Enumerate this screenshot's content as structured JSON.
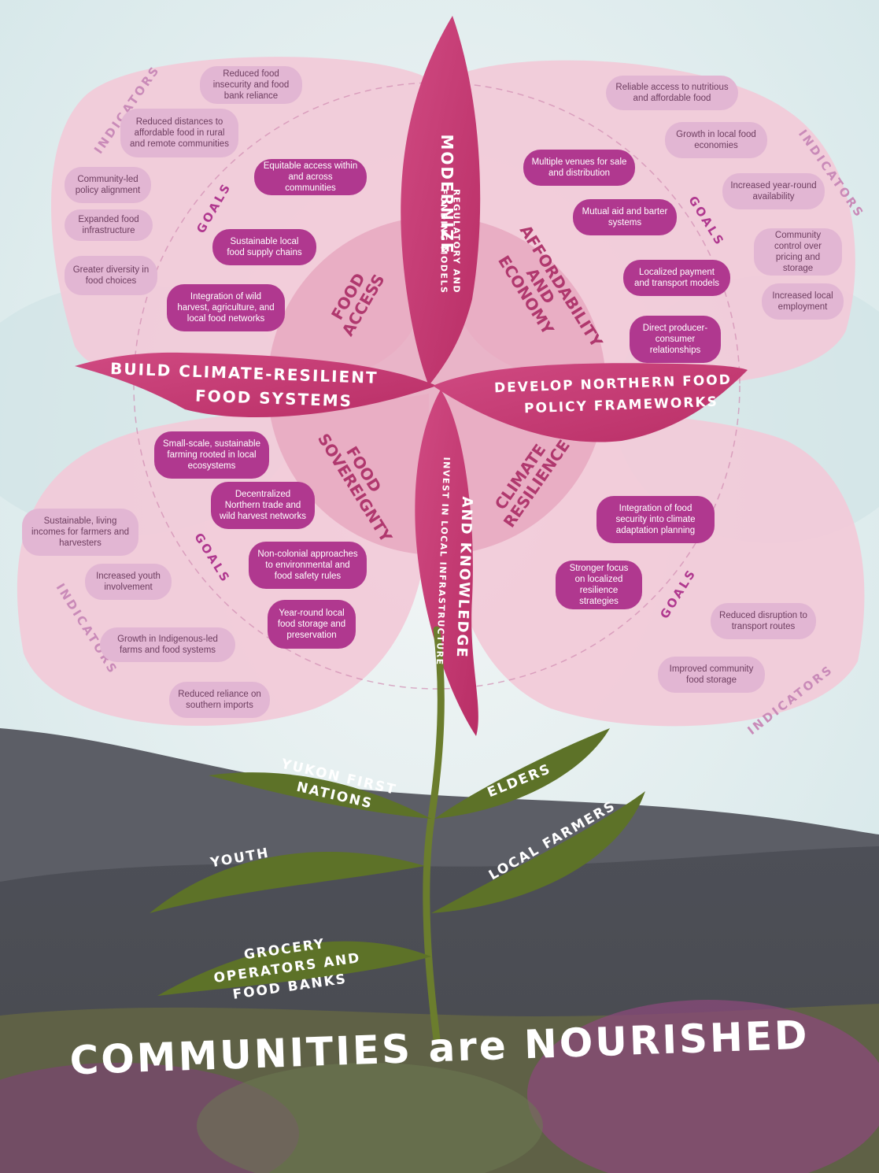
{
  "pillars": {
    "top": {
      "line1": "MODERNIZE",
      "line2": "REGULATORY AND",
      "line3": "FUNDING MODELS"
    },
    "left": {
      "line1": "BUILD CLIMATE-RESILIENT",
      "line2": "FOOD SYSTEMS"
    },
    "right": {
      "line1": "DEVELOP NORTHERN FOOD",
      "line2": "POLICY FRAMEWORKS"
    },
    "bottom": {
      "line1": "INVEST IN LOCAL INFRASTRUCTURE",
      "line2": "AND KNOWLEDGE"
    }
  },
  "themes": {
    "food_access": "FOOD ACCESS",
    "affordability": "AFFORDABILITY AND ECONOMY",
    "food_sovereignty": "FOOD SOVEREIGNTY",
    "climate_resilience": "CLIMATE RESILIENCE"
  },
  "section_tags": {
    "goals": "GOALS",
    "indicators": "INDICATORS"
  },
  "quadrants": {
    "top_left": {
      "goals": [
        "Equitable access within and across communities",
        "Sustainable local food supply chains",
        "Integration of wild harvest, agriculture, and local food networks"
      ],
      "indicators": [
        "Reduced food insecurity and food bank reliance",
        "Reduced distances to affordable food in rural and remote communities",
        "Community-led policy alignment",
        "Expanded food infrastructure",
        "Greater diversity in food choices"
      ]
    },
    "top_right": {
      "goals": [
        "Multiple venues for sale and distribution",
        "Mutual aid and barter systems",
        "Localized payment and transport models",
        "Direct producer-consumer relationships"
      ],
      "indicators": [
        "Reliable access to nutritious and affordable food",
        "Growth in local food economies",
        "Increased year-round availability",
        "Community control over pricing and storage",
        "Increased local employment"
      ]
    },
    "bottom_left": {
      "goals": [
        "Small-scale, sustainable farming rooted in local ecosystems",
        "Decentralized Northern trade and wild harvest networks",
        "Non-colonial approaches to environmental and food safety rules",
        "Year-round local food storage and preservation"
      ],
      "indicators": [
        "Sustainable, living incomes for farmers and harvesters",
        "Increased youth involvement",
        "Growth in Indigenous-led farms and food systems",
        "Reduced reliance on southern imports"
      ]
    },
    "bottom_right": {
      "goals": [
        "Integration of food security into climate adaptation planning",
        "Stronger focus on localized resilience strategies"
      ],
      "indicators": [
        "Reduced disruption to transport routes",
        "Improved community food storage"
      ]
    }
  },
  "leaves": {
    "yukon": "YUKON FIRST NATIONS",
    "elders": "ELDERS",
    "youth": "YOUTH",
    "farmers": "LOCAL FARMERS",
    "grocery": "GROCERY OPERATORS AND FOOD BANKS"
  },
  "tagline": "COMMUNITIES are NOURISHED",
  "colors": {
    "petal": "#f1c8d6",
    "inner": "#e7a6bd",
    "band": "#c4386f",
    "goal": "#b0388f",
    "indicator": "#e2b6d3",
    "leaf": "#5d7228",
    "ground_dark": "#4b4d55"
  }
}
